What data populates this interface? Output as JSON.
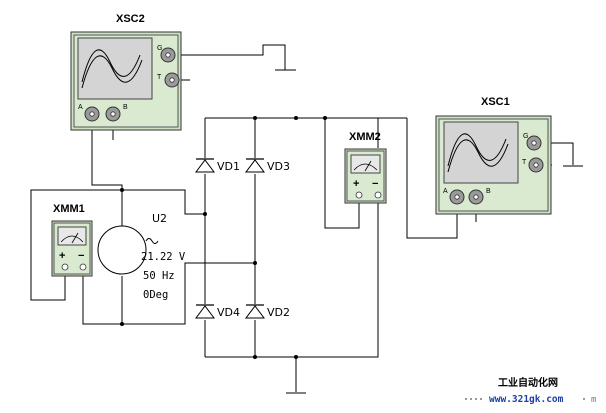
{
  "instruments": {
    "xsc2": {
      "label": "XSC2",
      "ports": {
        "g": "G",
        "t": "T",
        "a": "A",
        "b": "B"
      }
    },
    "xsc1": {
      "label": "XSC1",
      "ports": {
        "g": "G",
        "t": "T",
        "a": "A",
        "b": "B"
      }
    },
    "xmm1": {
      "label": "XMM1",
      "plus": "+",
      "minus": "−"
    },
    "xmm2": {
      "label": "XMM2",
      "plus": "+",
      "minus": "−"
    }
  },
  "source": {
    "label": "U2",
    "voltage": "21.22 V",
    "frequency": "50 Hz",
    "phase": "0Deg"
  },
  "diodes": {
    "vd1": "VD1",
    "vd2": "VD2",
    "vd3": "VD3",
    "vd4": "VD4"
  },
  "footer": {
    "site_name": "工业自动化网",
    "url": "www.321gk.com",
    "fragment": "m"
  }
}
